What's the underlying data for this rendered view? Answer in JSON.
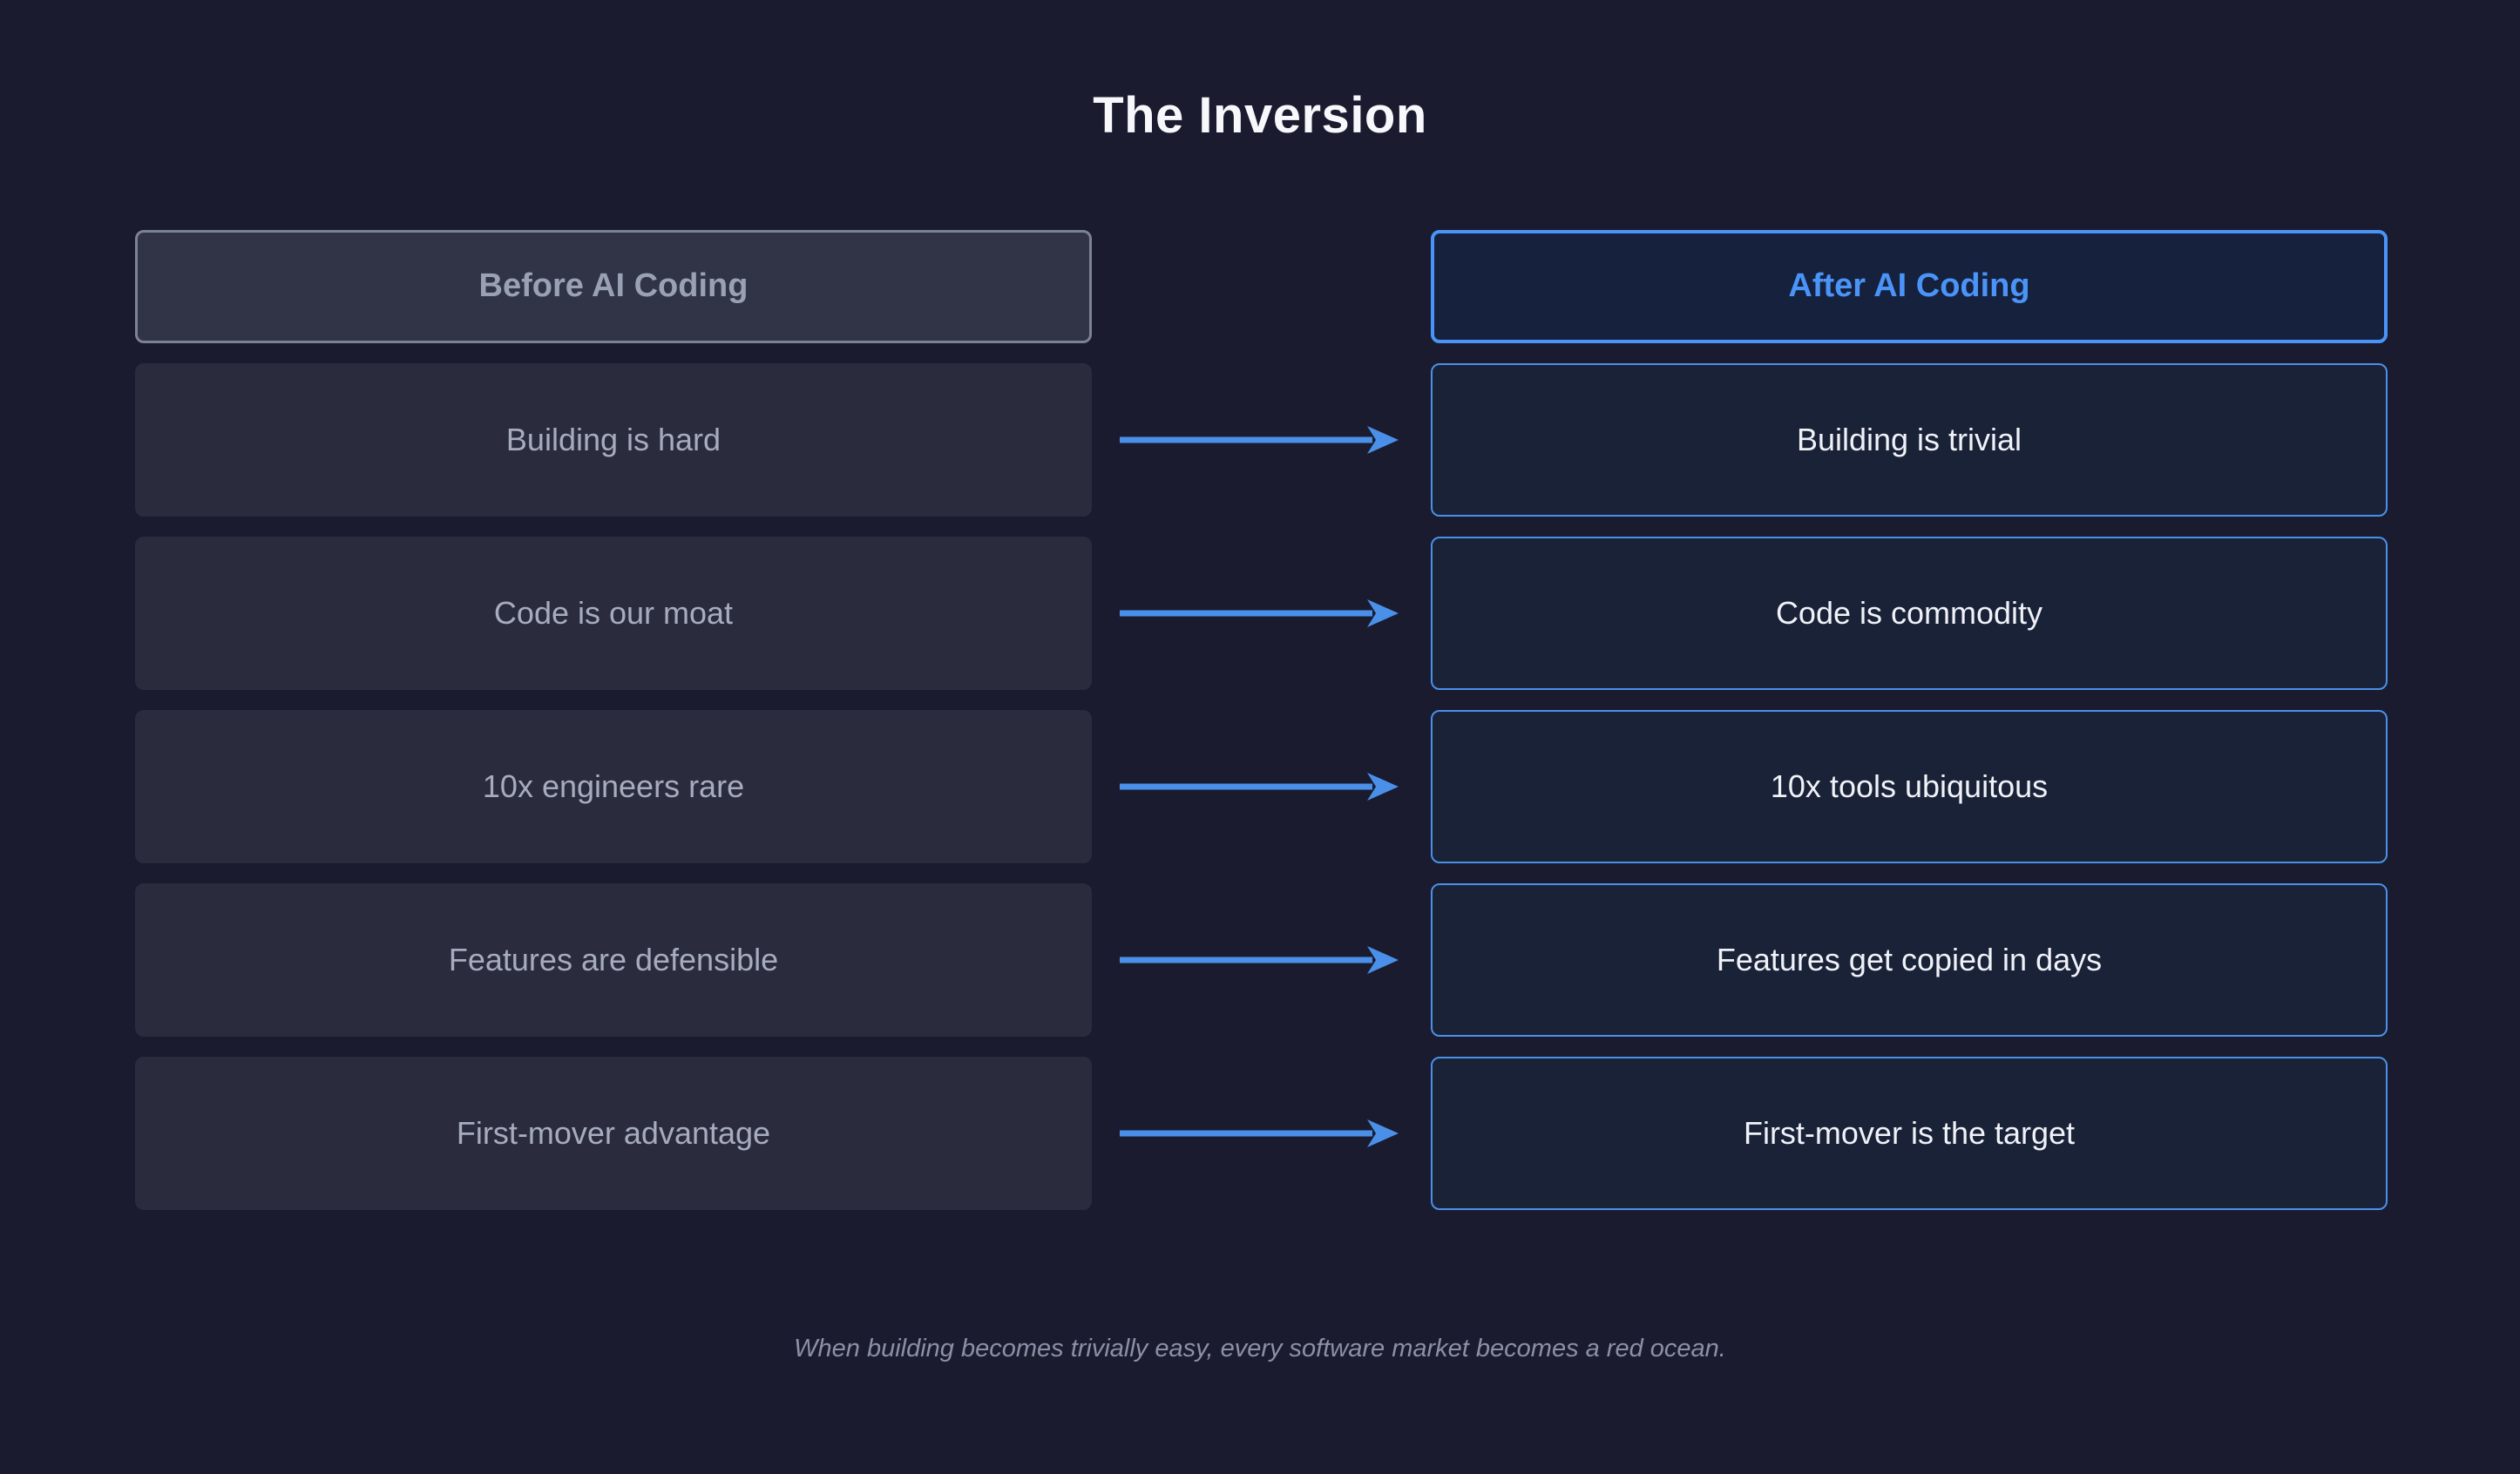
{
  "title": "The Inversion",
  "columns": {
    "before_header": "Before AI Coding",
    "after_header": "After AI Coding"
  },
  "rows": [
    {
      "before": "Building is hard",
      "after": "Building is trivial",
      "arrow": "arrow-right-icon"
    },
    {
      "before": "Code is our moat",
      "after": "Code is commodity",
      "arrow": "arrow-right-icon"
    },
    {
      "before": "10x engineers rare",
      "after": "10x tools ubiquitous",
      "arrow": "arrow-right-icon"
    },
    {
      "before": "Features are defensible",
      "after": "Features get copied in days",
      "arrow": "arrow-right-icon"
    },
    {
      "before": "First-mover advantage",
      "after": "First-mover is the target",
      "arrow": "arrow-right-icon"
    }
  ],
  "footer": "When building becomes trivially easy, every software market becomes a red ocean.",
  "colors": {
    "background": "#1a1b2e",
    "title_text": "#f7f8fb",
    "before_header_bg": "#313347",
    "before_header_border": "#7b8393",
    "before_header_text": "#99a1b3",
    "before_cell_bg": "#2a2c3e",
    "before_cell_text": "#a6acbe",
    "after_header_bg": "#16213e",
    "after_header_border": "#4a94f8",
    "after_header_text": "#4a94f8",
    "after_cell_bg": "#1a2238",
    "after_cell_border": "#4a90e8",
    "after_cell_text": "#f0f2f8",
    "arrow": "#4a90e8",
    "footer_text": "#8b90a8"
  }
}
